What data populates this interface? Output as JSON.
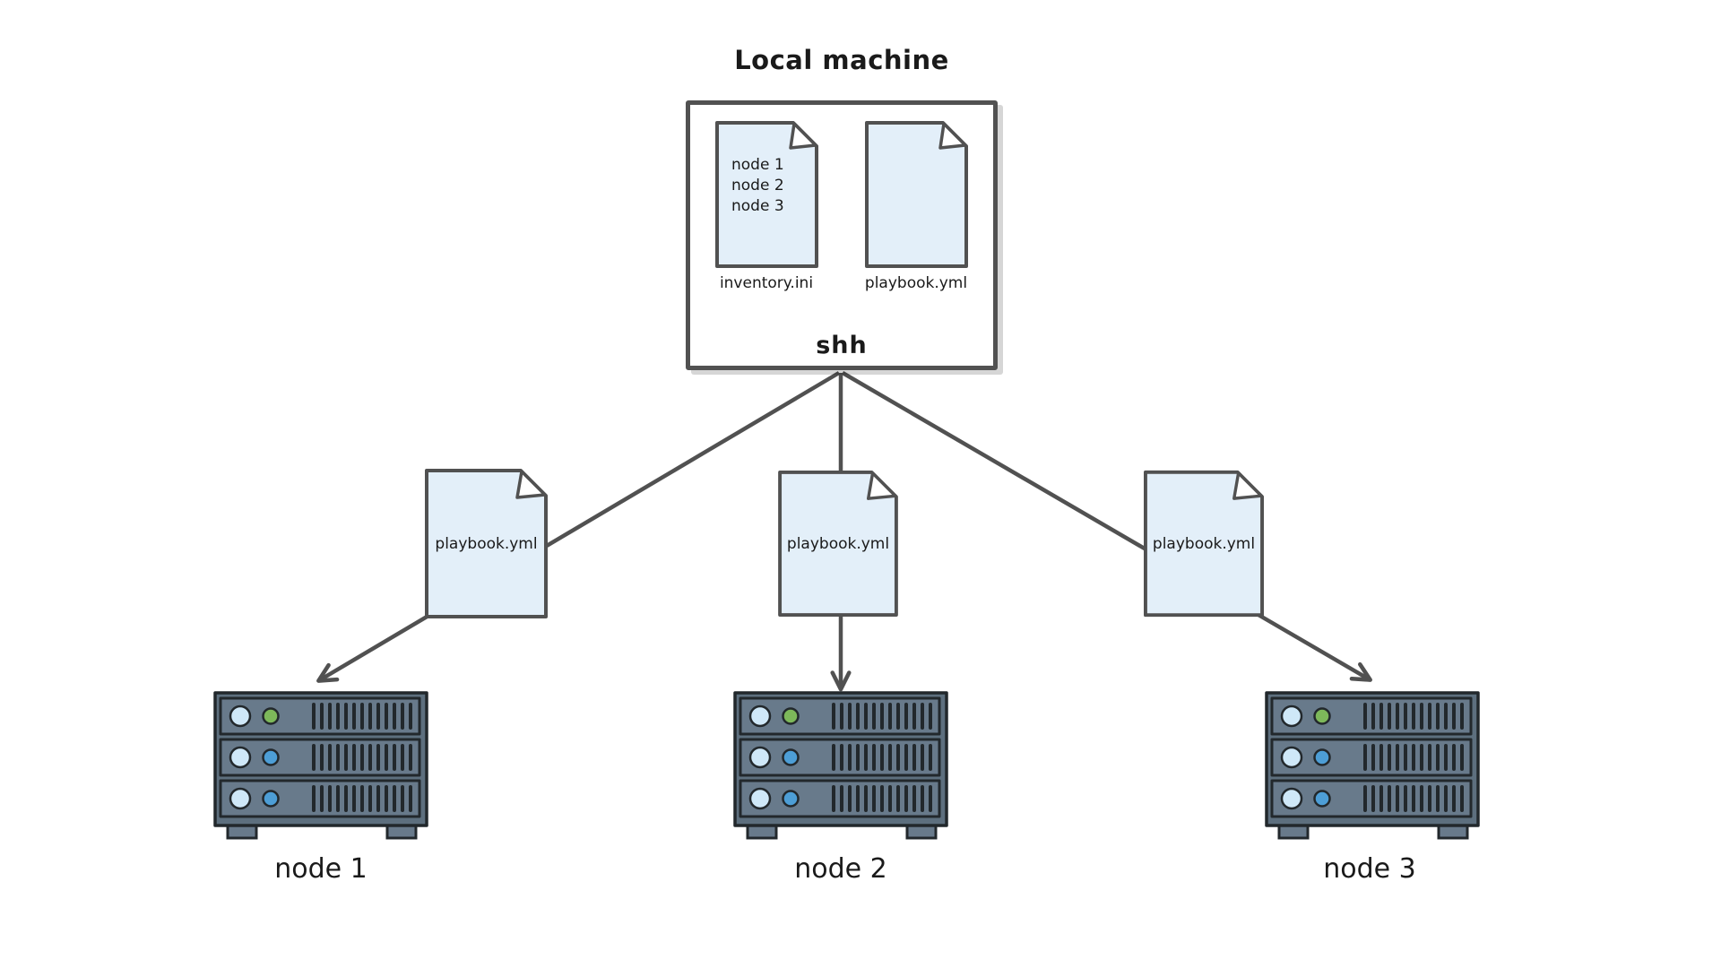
{
  "diagram": {
    "title": "Local machine",
    "connection_label": "shh",
    "local_machine": {
      "files": [
        {
          "label": "inventory.ini",
          "lines": [
            "node 1",
            "node 2",
            "node 3"
          ]
        },
        {
          "label": "playbook.yml",
          "lines": []
        }
      ]
    },
    "transfer_files": [
      {
        "label": "playbook.yml",
        "target": "node 1"
      },
      {
        "label": "playbook.yml",
        "target": "node 2"
      },
      {
        "label": "playbook.yml",
        "target": "node 3"
      }
    ],
    "nodes": [
      {
        "label": "node 1"
      },
      {
        "label": "node 2"
      },
      {
        "label": "node 3"
      }
    ],
    "colors": {
      "ink": "#515151",
      "text": "#1a1a1a",
      "doc_fill": "#e3eff9",
      "rack_body": "#5d6f7e",
      "rack_unit": "#687a8b",
      "rack_outline": "#22282c",
      "led_light": "#cfe8f8",
      "led_green": "#7db85a",
      "led_blue": "#4d9ed6",
      "background": "#ffffff"
    }
  }
}
